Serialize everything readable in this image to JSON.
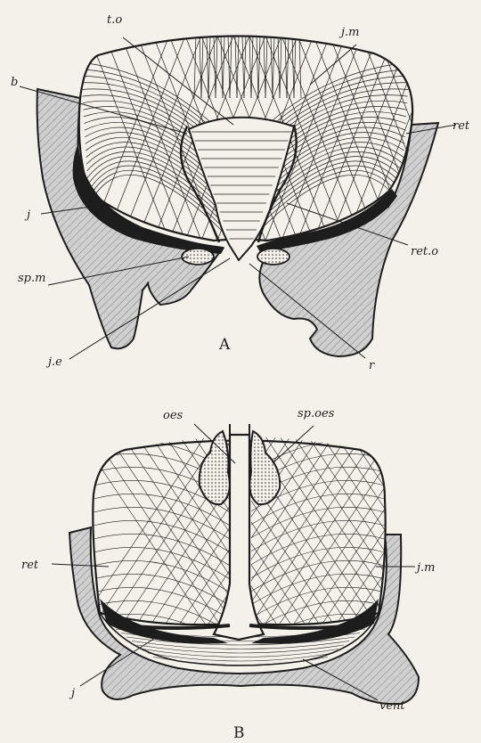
{
  "panels": [
    {
      "id": "A",
      "label": "A"
    },
    {
      "id": "B",
      "label": "B"
    }
  ],
  "labels_a": {
    "t_o": "t.o",
    "j_m": "j.m",
    "b": "b",
    "ret": "ret",
    "j": "j",
    "ret_o": "ret.o",
    "sp_m": "sp.m",
    "j_e": "j.e",
    "r": "r"
  },
  "labels_b": {
    "oes": "oes",
    "sp_oes": "sp.oes",
    "ret": "ret",
    "j_m": "j.m",
    "j": "j",
    "vent": "vent"
  },
  "colors": {
    "ink": "#1d1d1d",
    "paper": "#f4f1ea",
    "shading": "#c8c8c8"
  }
}
